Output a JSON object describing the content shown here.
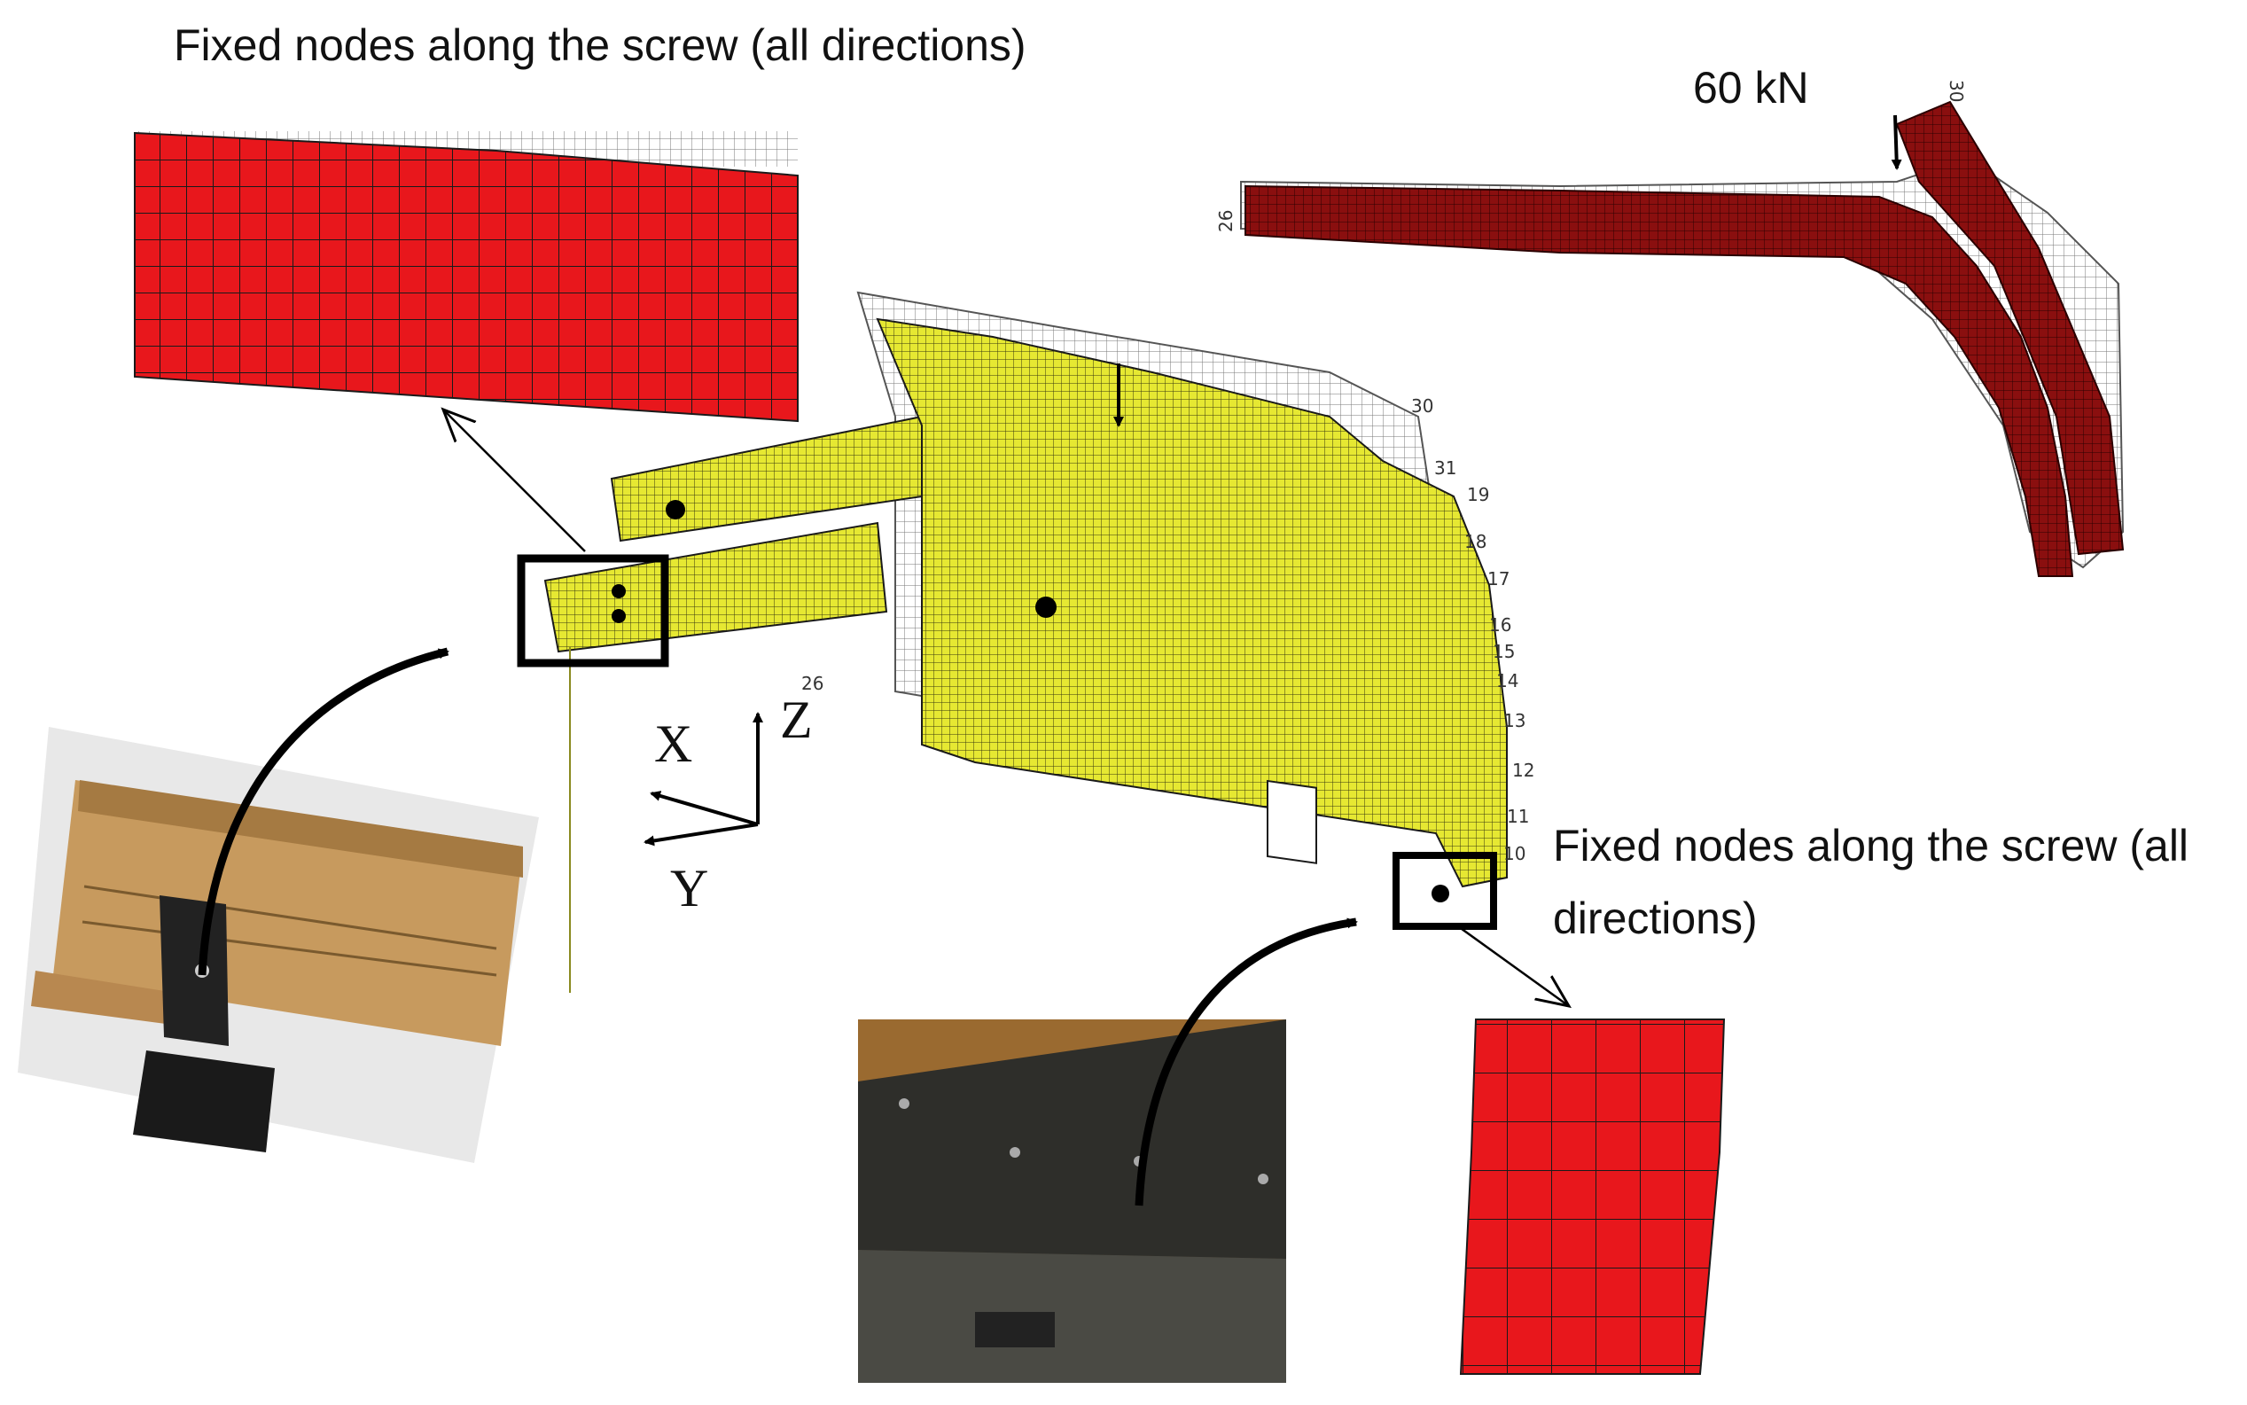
{
  "annotations": {
    "fixed_nodes_left": "Fixed nodes along the screw (all directions)",
    "fixed_nodes_right_line1": "Fixed nodes along the screw (all",
    "fixed_nodes_right_line2": "directions)",
    "load": "60 kN"
  },
  "axes": {
    "x": "X",
    "y": "Y",
    "z": "Z"
  },
  "node_numbers": [
    "30",
    "31",
    "19",
    "18",
    "17",
    "16",
    "15",
    "14",
    "13",
    "12",
    "11",
    "10",
    "26"
  ],
  "colors": {
    "mesh_red": "#e8171c",
    "mesh_dark_red": "#8a0f0f",
    "mesh_yellow": "#e6e832",
    "mesh_line": "#1a1a1a",
    "box_outline": "#000000",
    "wood": "#c79a5e",
    "steel": "#222222"
  }
}
